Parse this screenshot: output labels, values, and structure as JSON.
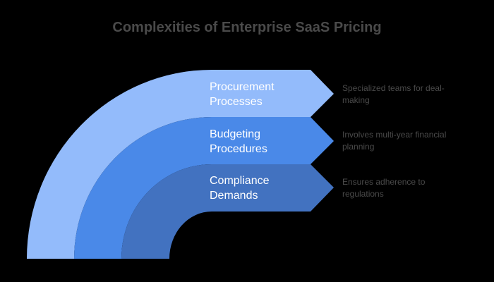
{
  "title": "Complexities of Enterprise SaaS Pricing",
  "colors": {
    "outer": "#93BBFB",
    "middle": "#4A89E8",
    "inner": "#4272C0",
    "text_dark": "#4a4a4a"
  },
  "items": [
    {
      "label_line1": "Procurement",
      "label_line2": "Processes",
      "description": "Specialized teams for deal-making"
    },
    {
      "label_line1": "Budgeting",
      "label_line2": "Procedures",
      "description": "Involves multi-year financial planning"
    },
    {
      "label_line1": "Compliance",
      "label_line2": "Demands",
      "description": "Ensures adherence to regulations"
    }
  ]
}
